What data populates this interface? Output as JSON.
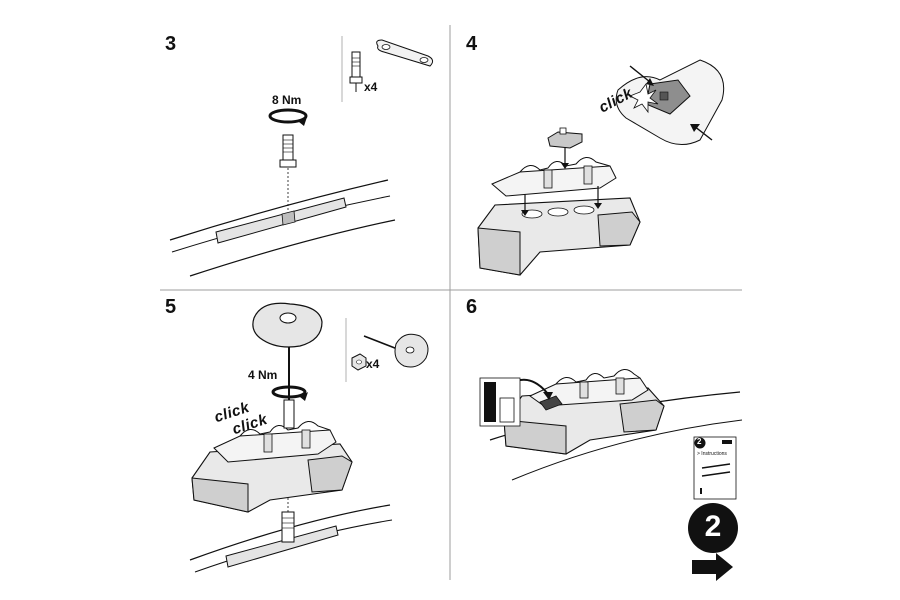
{
  "steps": [
    {
      "number": "3",
      "torque": "8 Nm",
      "quantity": "x4"
    },
    {
      "number": "4",
      "click": "click"
    },
    {
      "number": "5",
      "torque": "4 Nm",
      "quantity": "x4",
      "click": "click"
    },
    {
      "number": "6",
      "booklet_page": "2",
      "booklet_text": "> Instructions",
      "next_page": "2"
    }
  ],
  "colors": {
    "line": "#111111",
    "grey": "#9a9a9a",
    "light": "#d9d9d9",
    "dark": "#555555",
    "divider": "#9e9e9e"
  },
  "icons": [
    "torque-arrow-icon",
    "next-arrow-icon",
    "click-burst-icon"
  ]
}
